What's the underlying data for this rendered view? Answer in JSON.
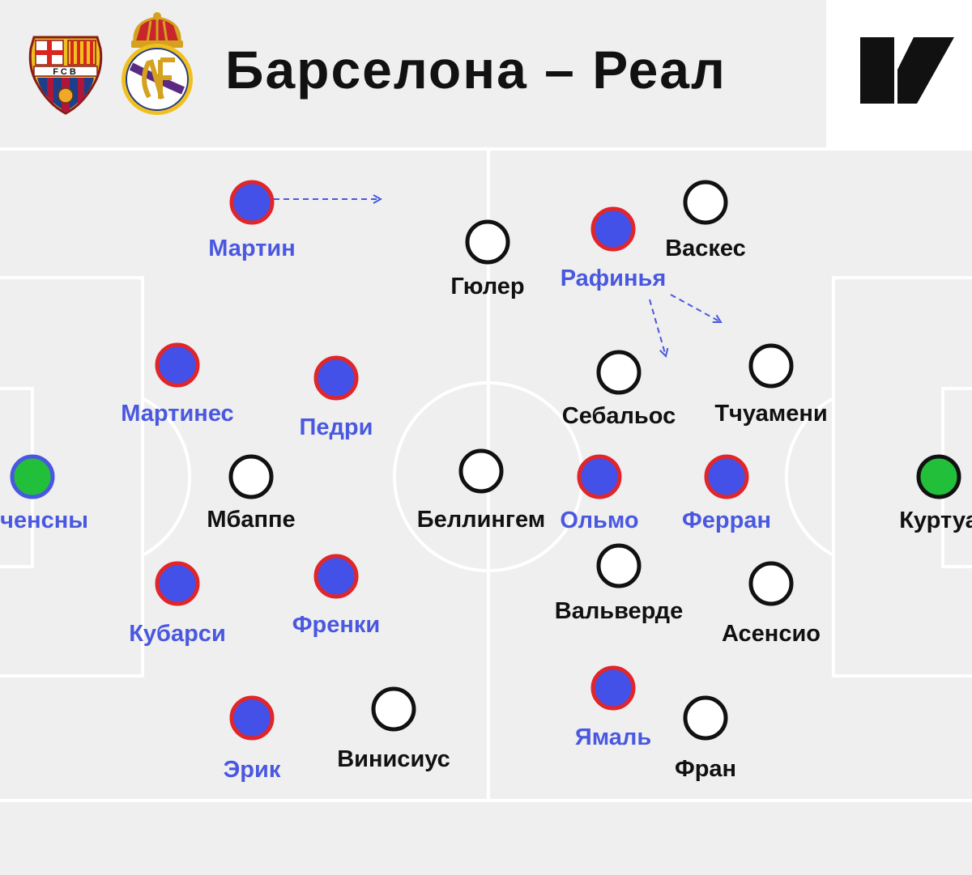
{
  "title": "Барселона – Реал",
  "colors": {
    "barca_fill": "#4351e8",
    "barca_ring": "#e0262b",
    "real_fill": "#ffffff",
    "real_ring": "#111111",
    "keeper_fill": "#22c03a",
    "barca_keeper_ring": "#4a58e0",
    "real_keeper_ring": "#111111",
    "barca_text": "#4a58e0",
    "real_text": "#111111",
    "pitch_line": "#ffffff",
    "arrow": "#4a58e0"
  },
  "logos": {
    "barca_letters": "FCB",
    "barca_icon": "fc-barcelona-crest-icon",
    "real_icon": "real-madrid-crest-icon",
    "brand_icon": "sports-ru-logo-icon"
  },
  "players": [
    {
      "id": "martin",
      "name": "Мартин",
      "team": "barca"
    },
    {
      "id": "martinez",
      "name": "Мартинес",
      "team": "barca"
    },
    {
      "id": "pedri",
      "name": "Педри",
      "team": "barca"
    },
    {
      "id": "szczesny",
      "name": "Шченсны",
      "team": "barca",
      "keeper": true
    },
    {
      "id": "kubarsi",
      "name": "Кубарси",
      "team": "barca"
    },
    {
      "id": "frenkie",
      "name": "Френки",
      "team": "barca"
    },
    {
      "id": "eric",
      "name": "Эрик",
      "team": "barca"
    },
    {
      "id": "raphinha",
      "name": "Рафинья",
      "team": "barca"
    },
    {
      "id": "olmo",
      "name": "Ольмо",
      "team": "barca"
    },
    {
      "id": "ferran",
      "name": "Ферран",
      "team": "barca"
    },
    {
      "id": "yamal",
      "name": "Ямаль",
      "team": "barca"
    },
    {
      "id": "mbappe",
      "name": "Мбаппе",
      "team": "real"
    },
    {
      "id": "vinicius",
      "name": "Винисиус",
      "team": "real"
    },
    {
      "id": "guler",
      "name": "Гюлер",
      "team": "real"
    },
    {
      "id": "bellingham",
      "name": "Беллингем",
      "team": "real"
    },
    {
      "id": "vazquez",
      "name": "Васкес",
      "team": "real"
    },
    {
      "id": "ceballos",
      "name": "Себальос",
      "team": "real"
    },
    {
      "id": "tchouameni",
      "name": "Тчуамени",
      "team": "real"
    },
    {
      "id": "valverde",
      "name": "Вальверде",
      "team": "real"
    },
    {
      "id": "asensio",
      "name": "Асенсио",
      "team": "real"
    },
    {
      "id": "fran",
      "name": "Фран",
      "team": "real"
    },
    {
      "id": "courtois",
      "name": "Куртуа",
      "team": "real",
      "keeper": true
    }
  ]
}
